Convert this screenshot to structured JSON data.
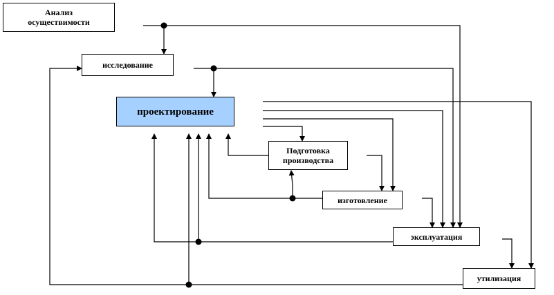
{
  "diagram": {
    "nodes": {
      "analysis": "Анализ\nосуществимости",
      "research": "исследование",
      "design": "проектирование",
      "prep": "Подготовка\nпроизводства",
      "manufacture": "изготовление",
      "operation": "эксплуатация",
      "disposal": "утилизация"
    },
    "colors": {
      "line": "#000000",
      "highlight": "#a6d0ff"
    }
  }
}
